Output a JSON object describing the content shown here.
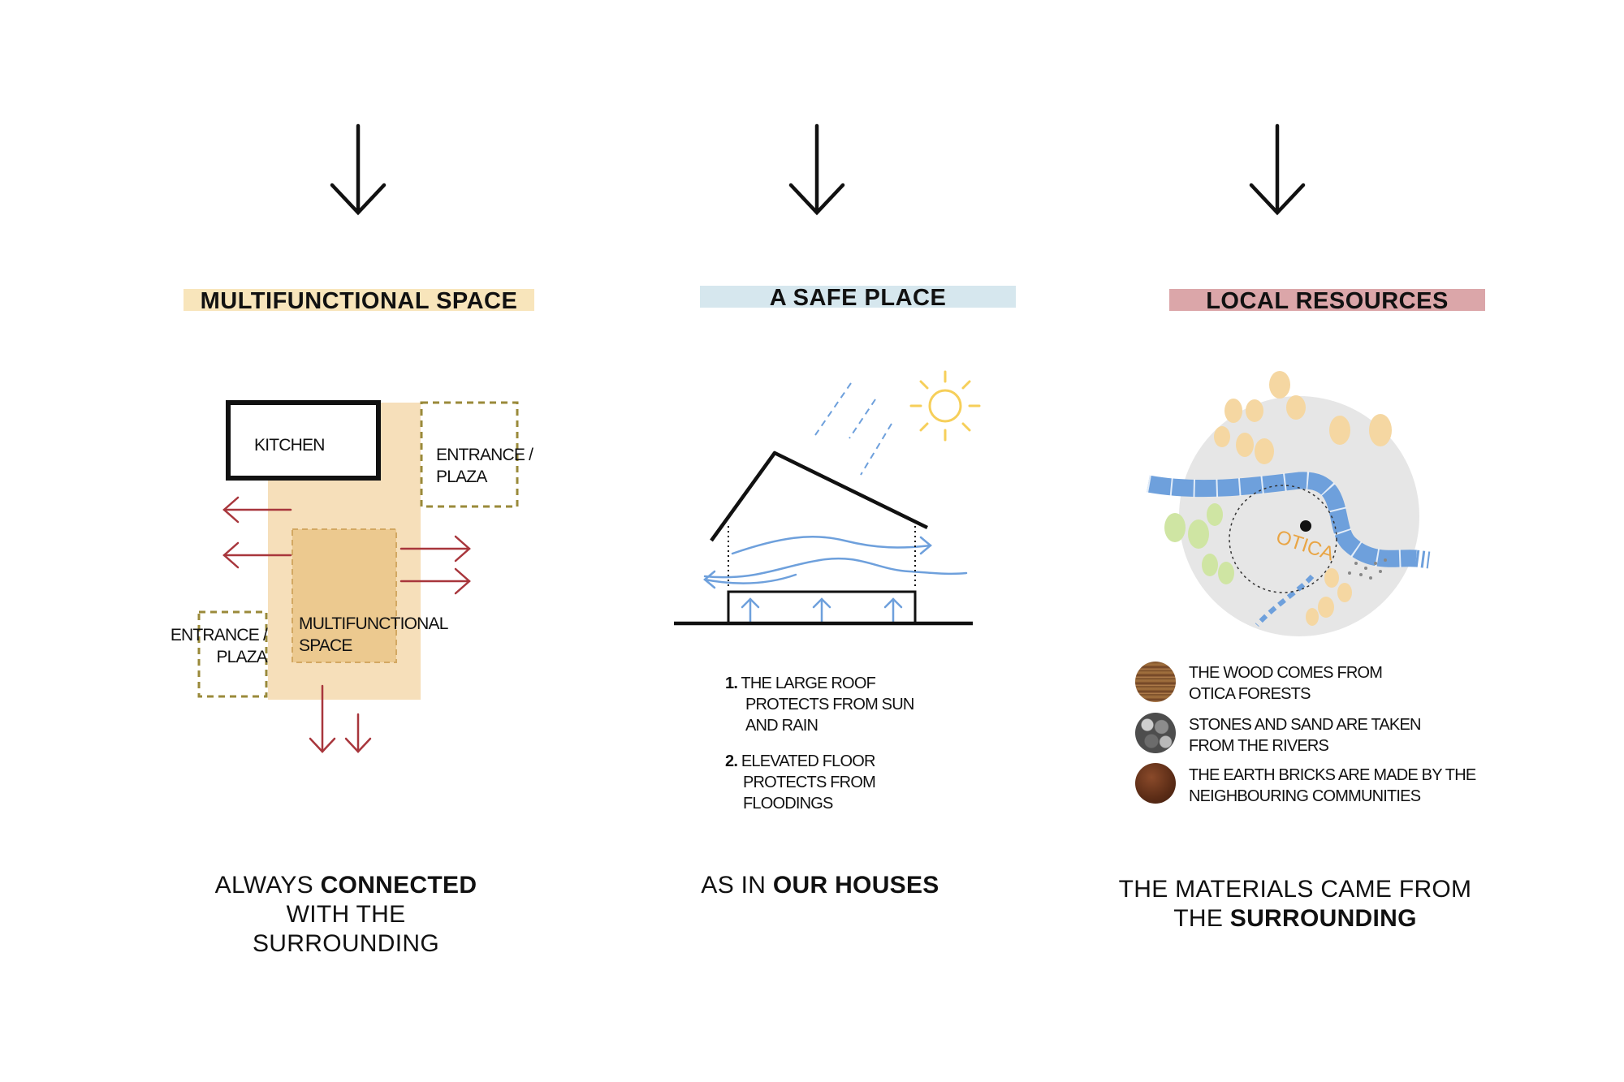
{
  "columns": [
    {
      "header": "MULTIFUNCTIONAL SPACE",
      "header_color": "#f8e5bb",
      "caption": {
        "pre": "ALWAYS ",
        "bold": "CONNECTED",
        "post": " WITH THE SURROUNDING"
      },
      "labels": {
        "kitchen": "KITCHEN",
        "entrance_top": [
          "ENTRANCE /",
          "PLAZA"
        ],
        "entrance_bottom": [
          "ENTRANCE /",
          "PLAZA"
        ],
        "multifunctional": [
          "MULTIFUNCTIONAL",
          "SPACE"
        ]
      }
    },
    {
      "header": "A SAFE  PLACE",
      "header_color": "#d6e7ee",
      "caption": {
        "pre": "AS IN ",
        "bold": "OUR HOUSES",
        "post": ""
      },
      "notes": [
        {
          "num": "1.",
          "lines": [
            "THE LARGE ROOF",
            "PROTECTS FROM SUN",
            "AND RAIN"
          ]
        },
        {
          "num": "2.",
          "lines": [
            "ELEVATED FLOOR",
            "PROTECTS FROM",
            "FLOODINGS"
          ]
        }
      ]
    },
    {
      "header": "LOCAL RESOURCES",
      "header_color": "#dba6a9",
      "caption": {
        "pre": "THE MATERIALS CAME FROM THE ",
        "bold": "SURROUNDING",
        "post": ""
      },
      "map_label": "OTICA",
      "resources": [
        {
          "icon": "wood-icon",
          "lines": [
            "THE WOOD COMES FROM",
            "OTICA FORESTS"
          ]
        },
        {
          "icon": "stones-icon",
          "lines": [
            "STONES AND SAND ARE TAKEN",
            "FROM THE RIVERS"
          ]
        },
        {
          "icon": "earth-bricks-icon",
          "lines": [
            "THE EARTH BRICKS ARE MADE BY THE",
            "NEIGHBOURING COMMUNITIES"
          ]
        }
      ]
    }
  ],
  "colors": {
    "beige": "#f6dfba",
    "beige_dark": "#ecc98f",
    "olive_dashed": "#9a8a3a",
    "red_arrow": "#a8363c",
    "blue": "#6ea0dc",
    "sun_yellow": "#f6cf5a",
    "orange_tree": "#f5d7a2",
    "green_tree": "#cfe5a3",
    "map_grey": "#e6e6e6"
  }
}
